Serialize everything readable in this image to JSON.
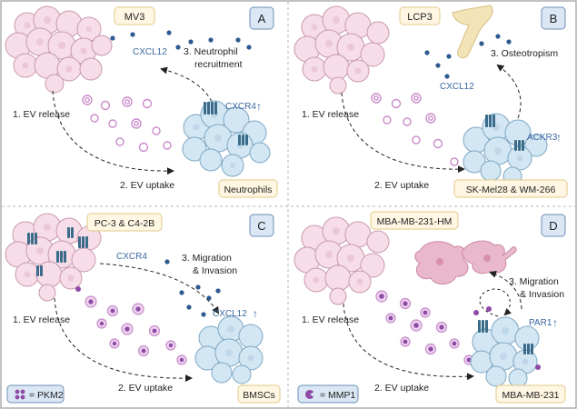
{
  "colors": {
    "frame": "#9a9a9a",
    "divider": "#b5b5b5",
    "letter_fill": "#dbe7f4",
    "letter_stroke": "#6e8fb6",
    "tag_fill": "#fff7e3",
    "tag_stroke": "#e2c98a",
    "cell_pink": "#f6dde8",
    "cell_pink_stroke": "#c99aaf",
    "cell_blue": "#d3e6f3",
    "cell_blue_stroke": "#7fa8c4",
    "ev_ring": "#c98bcb",
    "dot_blue": "#2f5a91",
    "receptor": "#3a6c8a",
    "label_blue": "#3b67a0",
    "bone": "#f3e4b8",
    "purple": "#8e4aa6"
  },
  "panels": [
    {
      "letter": "A",
      "source_label": "MV3",
      "target_label": "Neutrophils",
      "ligand_label": "CXCL12",
      "receptor_label": "CXCR4",
      "step3_lines": [
        "3.  Neutrophil",
        "recruitment"
      ],
      "release_label": "1.  EV release",
      "uptake_label": "2.  EV uptake"
    },
    {
      "letter": "B",
      "source_label": "LCP3",
      "target_label": "SK-Mel28 & WM-266",
      "ligand_label": "CXCL12",
      "receptor_label": "ACKR3",
      "step3_lines": [
        "3.  Osteotropism"
      ],
      "release_label": "1.  EV release",
      "uptake_label": "2.  EV uptake"
    },
    {
      "letter": "C",
      "source_label": "PC-3 & C4-2B",
      "target_label": "BMSCs",
      "ligand_label": "CXCL12",
      "receptor_label": "CXCR4",
      "step3_lines": [
        "3.  Migration",
        "& Invasion"
      ],
      "release_label": "1.  EV release",
      "uptake_label": "2.  EV uptake",
      "legend_label": "= PKM2"
    },
    {
      "letter": "D",
      "source_label": "MBA-MB-231-HM",
      "target_label": "MBA-MB-231",
      "ligand_label": "",
      "receptor_label": "PAR1",
      "step3_lines": [
        "3.  Migration",
        "& Invasion"
      ],
      "release_label": "1.  EV release",
      "uptake_label": "2.  EV uptake",
      "legend_label": "= MMP1"
    }
  ]
}
